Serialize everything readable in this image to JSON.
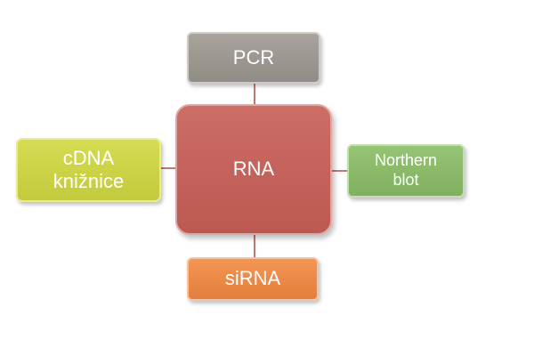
{
  "diagram": {
    "center": {
      "label": "RNA"
    },
    "nodes": {
      "top": {
        "label": "PCR"
      },
      "left": {
        "label": "cDNA\nknižnice"
      },
      "right": {
        "label": "Northern\nblot"
      },
      "bottom": {
        "label": "siRNA"
      }
    }
  },
  "colors": {
    "center": "#c4635c",
    "top": "#9c9892",
    "left": "#cdd347",
    "right": "#8aba6a",
    "bottom": "#eb8a48",
    "connector": "#b04a45",
    "text": "#ffffff"
  }
}
